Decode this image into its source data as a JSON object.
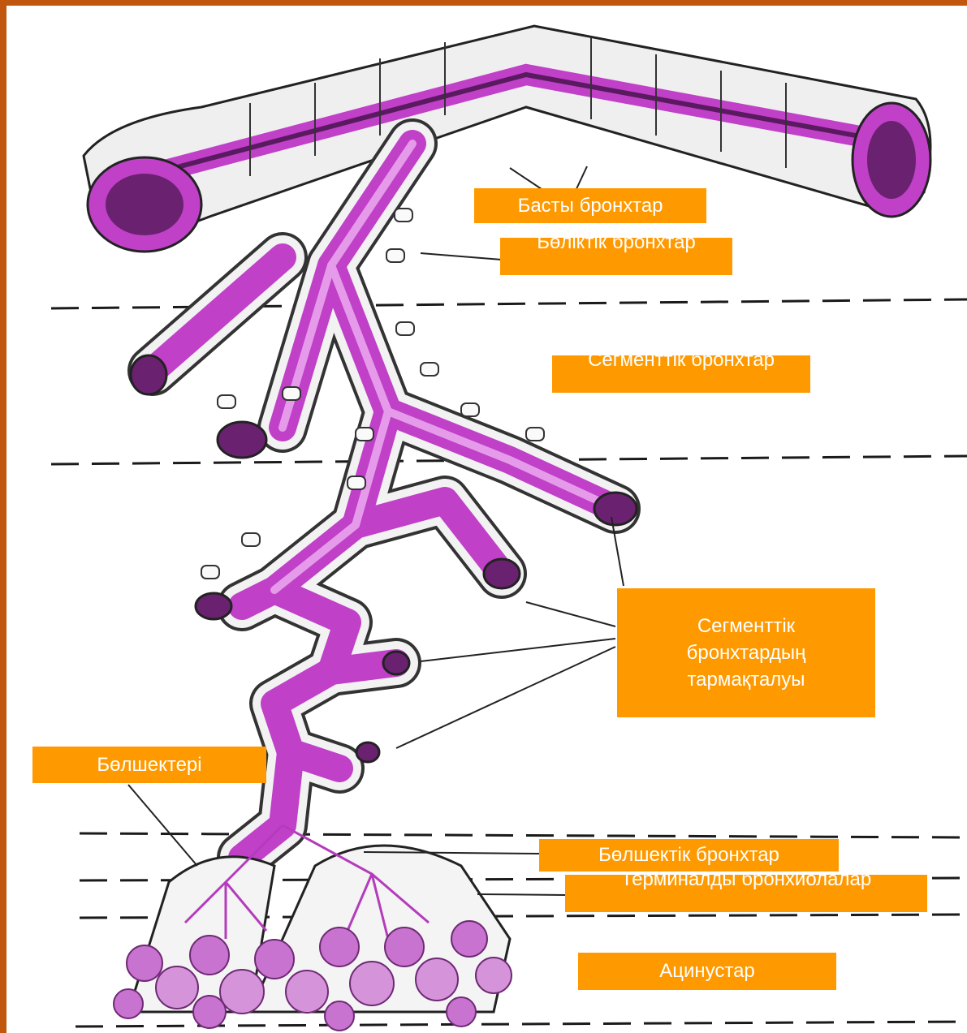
{
  "colors": {
    "frame": "#c1570f",
    "label_bg": "#ff9900",
    "label_text": "#ffffff",
    "lumen": "#c040c8",
    "lumen_light": "#e59bea"
  },
  "labels": {
    "main_bronchi": "Басты бронхтар",
    "lobar_bronchi": "Бөліктік бронхтар",
    "segmental_bronchi": "Сегменттік бронхтар",
    "segmental_branching": [
      "Сегменттік",
      "бронхтардың",
      "тармақталуы"
    ],
    "lobules": "Бөлшектері",
    "lobular_bronchi": "Бөлшектік бронхтар",
    "terminal_bronchioles": "Терминалды бронхиолалар",
    "acini": "Ацинустар"
  }
}
